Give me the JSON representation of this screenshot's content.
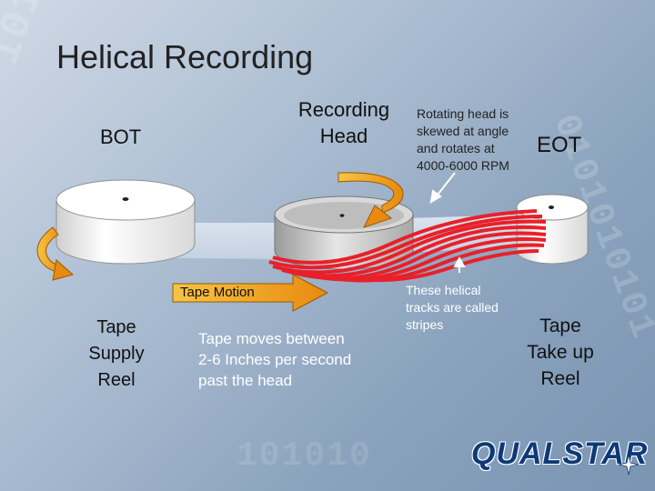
{
  "title": "Helical Recording",
  "labels": {
    "bot": "BOT",
    "recording_head": [
      "Recording",
      "Head"
    ],
    "rotating_note": [
      "Rotating head is",
      "skewed at angle",
      "and rotates at",
      "4000-6000 RPM"
    ],
    "eot": "EOT",
    "tape_motion": "Tape Motion",
    "supply_reel": [
      "Tape",
      "Supply",
      "Reel"
    ],
    "tape_moves": [
      "Tape moves between",
      "2-6 Inches per second",
      "past the head"
    ],
    "helical_note": [
      "These helical",
      "tracks are called",
      "stripes"
    ],
    "takeup_reel": [
      "Tape",
      "Take up",
      "Reel"
    ]
  },
  "logo": {
    "text": "QUALSTAR"
  },
  "colors": {
    "stripe": "#e8202a",
    "arrow": "#f0a21a",
    "title": "#222222",
    "logo": "#0d3a77"
  }
}
